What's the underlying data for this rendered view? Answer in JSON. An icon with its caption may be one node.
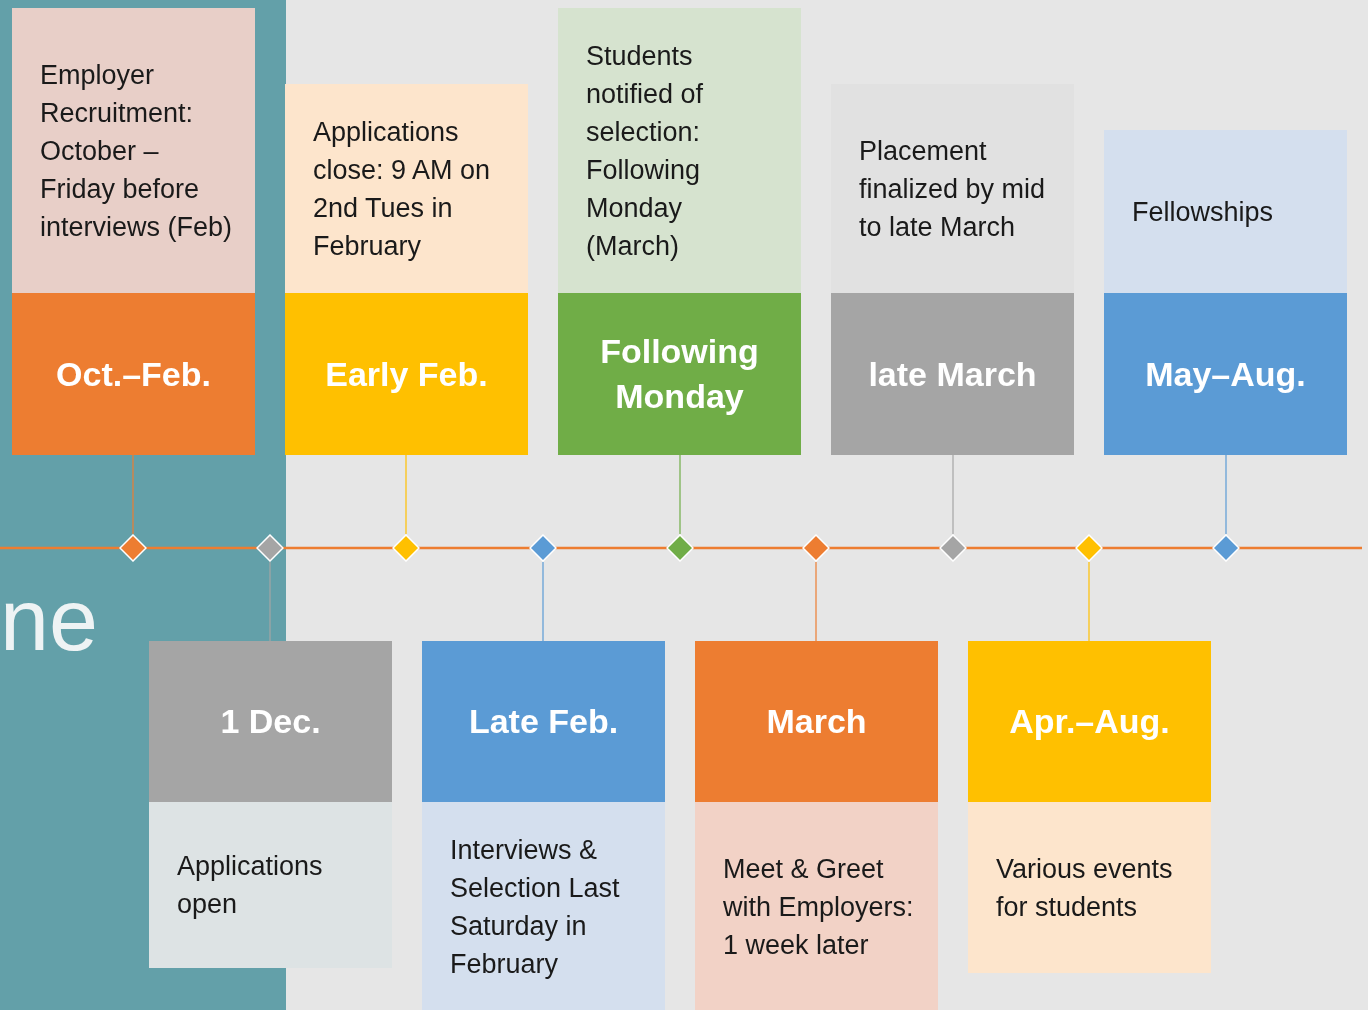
{
  "diagram": {
    "nodes": [
      {
        "text": [
          "Employer Recruitment: October – Friday before interviews (Feb)",
          "Oct.–Feb."
        ]
      },
      {
        "text": [
          "Applications close: 9 AM on 2nd Tues in February",
          "Early Feb."
        ]
      },
      {
        "text": [
          "Students notified of selection: Following Monday (March)",
          "Following Monday"
        ]
      },
      {
        "text": [
          "Placement finalized by mid to late March",
          "late March"
        ]
      },
      {
        "text": [
          "Fellowships",
          "May–Aug."
        ]
      },
      {
        "text": [],
        "shape": "diamond"
      },
      {
        "text": [],
        "shape": "diamond"
      },
      {
        "text": [],
        "shape": "diamond"
      },
      {
        "text": [],
        "shape": "diamond"
      },
      {
        "text": [],
        "shape": "diamond"
      },
      {
        "text": [],
        "shape": "diamond"
      },
      {
        "text": [],
        "shape": "diamond"
      },
      {
        "text": [],
        "shape": "diamond"
      },
      {
        "text": [],
        "shape": "diamond"
      },
      {
        "text": [
          "1 Dec.",
          "Applications open"
        ]
      },
      {
        "text": [
          "Late Feb.",
          "Interviews & Selection Last Saturday in February"
        ]
      },
      {
        "text": [
          "March",
          "Meet & Greet with Employers: 1 week later"
        ]
      },
      {
        "text": [
          "Apr.–Aug.",
          "Various events for students"
        ]
      }
    ],
    "edges": [
      {
        "from": 0,
        "to": 5,
        "arrow": "none",
        "color": "#ed7d31"
      },
      {
        "from": 14,
        "to": 6,
        "arrow": "none",
        "color": "#a5a5a5"
      },
      {
        "from": 1,
        "to": 7,
        "arrow": "none",
        "color": "#ffc000"
      },
      {
        "from": 15,
        "to": 8,
        "arrow": "none",
        "color": "#5b9bd5"
      },
      {
        "from": 2,
        "to": 9,
        "arrow": "none",
        "color": "#70ad47"
      },
      {
        "from": 16,
        "to": 10,
        "arrow": "none",
        "color": "#ed7d31"
      },
      {
        "from": 3,
        "to": 11,
        "arrow": "none",
        "color": "#a5a5a5"
      },
      {
        "from": 17,
        "to": 12,
        "arrow": "none",
        "color": "#ffc000"
      },
      {
        "from": 4,
        "to": 13,
        "arrow": "none",
        "color": "#5b9bd5"
      }
    ],
    "labels": [
      "ne"
    ]
  }
}
